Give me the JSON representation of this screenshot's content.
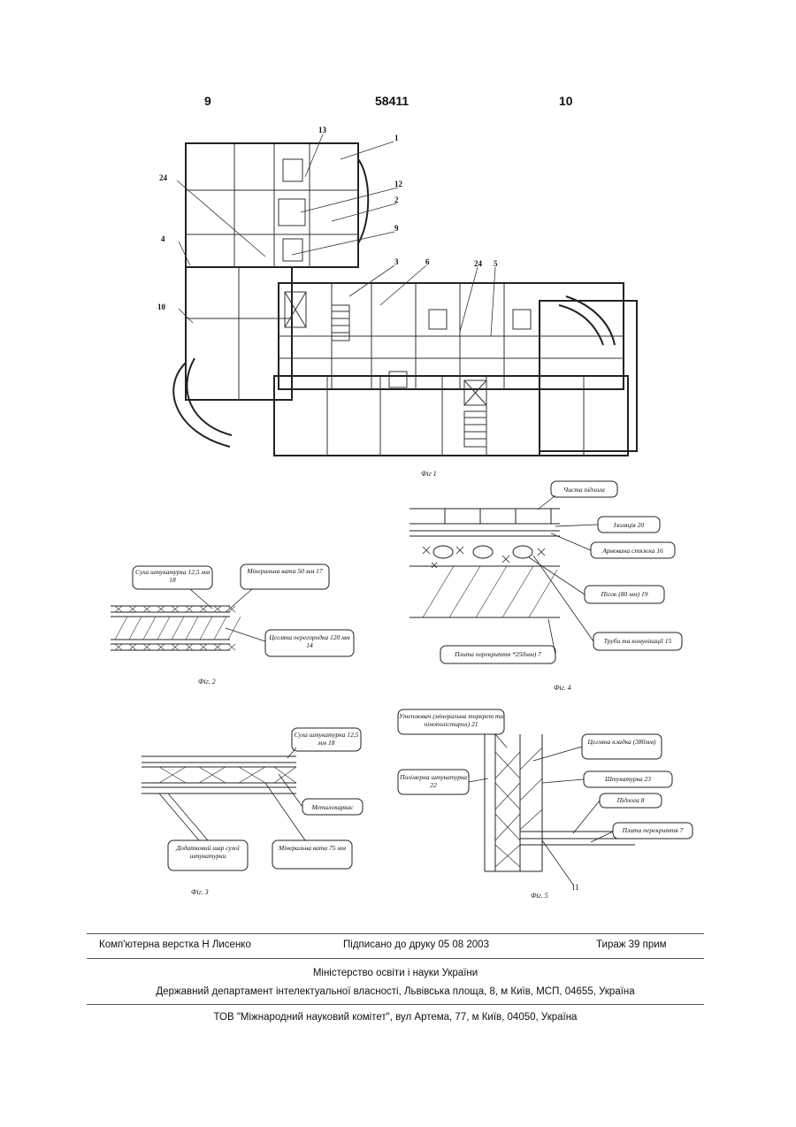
{
  "header": {
    "page_left": "9",
    "doc_number": "58411",
    "page_right": "10"
  },
  "fig1": {
    "caption": "Фіг 1",
    "labels": [
      "13",
      "1",
      "24",
      "12",
      "2",
      "9",
      "4",
      "3",
      "6",
      "24",
      "5",
      "10"
    ]
  },
  "fig2": {
    "caption": "Фіг. 2",
    "callouts": [
      {
        "text": "Суха штукатурка 12,5 мм  18"
      },
      {
        "text": "Мінеральна вата 50 мм  17"
      },
      {
        "text": "Цегляна перегородка 120 мм  14"
      }
    ]
  },
  "fig3": {
    "caption": "Фіг. 3",
    "callouts": [
      {
        "text": "Суха штукатурка 12,5 мм  18"
      },
      {
        "text": "Металокаркас"
      },
      {
        "text": "Додатковий шар сухої штукатурки"
      },
      {
        "text": "Мінеральна вата 75 мм"
      }
    ]
  },
  "fig4": {
    "caption": "Фіг. 4",
    "callouts": [
      {
        "text": "Чиста підлога"
      },
      {
        "text": "Ізоляція 20"
      },
      {
        "text": "Армована стяжка 16"
      },
      {
        "text": "Пісок (80 мм)  19"
      },
      {
        "text": "Труби та комунікації  15"
      },
      {
        "text": "Плита перекриття *250мм)  7"
      }
    ]
  },
  "fig5": {
    "caption": "Фіг. 5",
    "label_11": "11",
    "callouts": [
      {
        "text": "Утеплювач (мінеральна торкрет та пінополістирол)  21"
      },
      {
        "text": "Цегляна кладка (380мм)"
      },
      {
        "text": "Полімерна штукатурка  22"
      },
      {
        "text": "Штукатурка  23"
      },
      {
        "text": "Підлога  8"
      },
      {
        "text": "Плита перекриття  7"
      }
    ]
  },
  "footer": {
    "layout": "Комп'ютерна верстка Н  Лисенко",
    "signed": "Підписано до друку 05 08 2003",
    "circulation": "Тираж 39 прим",
    "ministry": "Міністерство освіти і науки України",
    "department": "Державний департамент інтелектуальної власності, Львівська площа, 8, м  Київ, МСП, 04655, Україна",
    "company": "ТОВ \"Міжнародний науковий комітет\", вул  Артема, 77, м  Київ, 04050, Україна"
  }
}
